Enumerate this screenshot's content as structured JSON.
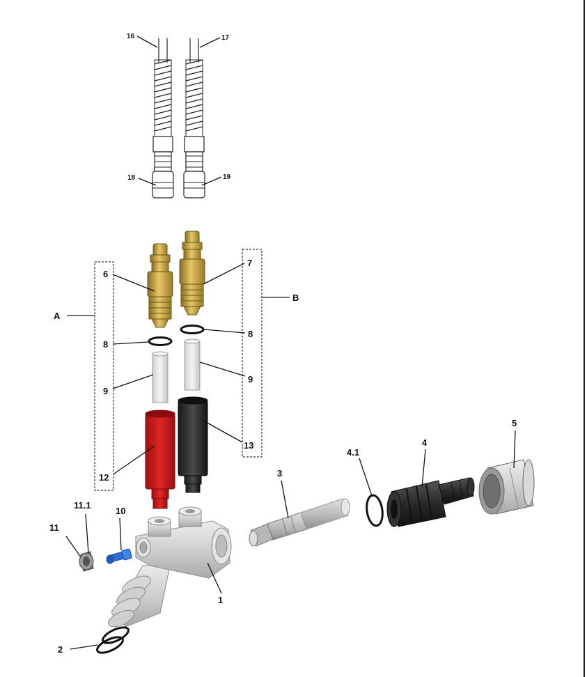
{
  "colors": {
    "brass": "#c9a646",
    "brass_dark": "#8a6d22",
    "red_sleeve": "#d31f1f",
    "black_sleeve": "#2c2c2c",
    "white_tube": "#e8e8e8",
    "gray_body": "#c9c9c9",
    "dark_parts": "#2a2a2a",
    "blue_screw": "#2d6fd6"
  },
  "labels": {
    "p16": "16",
    "p17": "17",
    "p18": "18",
    "p19": "19",
    "p6": "6",
    "p7": "7",
    "pA": "A",
    "pB": "B",
    "p8_left": "8",
    "p8_right": "8",
    "p9_left": "9",
    "p9_right": "9",
    "p12": "12",
    "p13": "13",
    "p3": "3",
    "p4_1": "4.1",
    "p4": "4",
    "p5": "5",
    "p11_1": "11.1",
    "p10": "10",
    "p11": "11",
    "p1": "1",
    "p2": "2"
  }
}
